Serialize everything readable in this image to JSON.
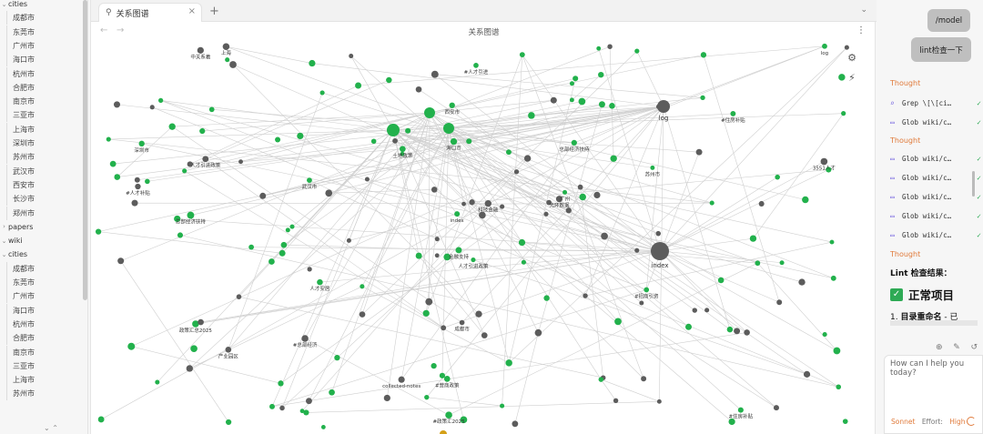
{
  "sidebar": {
    "top_group": {
      "label": "cities",
      "items": [
        "成都市",
        "东莞市",
        "广州市",
        "海口市",
        "杭州市",
        "合肥市",
        "南京市",
        "三亚市",
        "上海市",
        "深圳市",
        "苏州市",
        "武汉市",
        "西安市",
        "长沙市",
        "郑州市"
      ]
    },
    "papers_label": "papers",
    "wiki_label": "wiki",
    "wiki_group": {
      "label": "cities",
      "items": [
        "成都市",
        "东莞市",
        "广州市",
        "海口市",
        "杭州市",
        "合肥市",
        "南京市",
        "三亚市",
        "上海市",
        "苏州市"
      ]
    }
  },
  "tab": {
    "title": "关系图谱",
    "icon": "graph-icon"
  },
  "view_title": "关系图谱",
  "graph": {
    "node_color_primary": "#22b14c",
    "node_color_secondary": "#5c5c5c",
    "node_color_accent": "#d4a017",
    "edge_color": "#cfcfcf",
    "hubs": [
      {
        "id": "index",
        "label": "index"
      },
      {
        "id": "log",
        "label": "log"
      }
    ],
    "labels": [
      "人才引进政策",
      "总部经济扶持",
      "光环数据",
      "#总部经济",
      "#营商政策",
      "#人才引进",
      "#招商引资",
      "#政策汇2025",
      "#人才补贴",
      "#住房补贴",
      "政策汇总2025",
      "武汉市",
      "广州",
      "西安市",
      "上海",
      "深圳市",
      "海口市",
      "苏州市",
      "产业园区",
      "中关系着",
      "3551人才",
      "log",
      "index",
      "#住房补贴",
      "collected-notes",
      "金融支持",
      "土地政策",
      "科技金融",
      "人才引进政策",
      "总部经济扶持",
      "人才安居",
      "成都市"
    ]
  },
  "chat": {
    "user_messages": [
      "/model",
      "lint检查一下"
    ],
    "thought_label": "Thought",
    "tool_calls": [
      {
        "tool": "Grep",
        "arg": "\\[\\[ci…",
        "group": 1
      },
      {
        "tool": "Glob",
        "arg": "wiki/c…",
        "group": 1
      },
      {
        "tool": "Glob",
        "arg": "wiki/c…",
        "group": 2
      },
      {
        "tool": "Glob",
        "arg": "wiki/c…",
        "group": 2
      },
      {
        "tool": "Glob",
        "arg": "wiki/c…",
        "group": 2
      },
      {
        "tool": "Glob",
        "arg": "wiki/c…",
        "group": 2
      },
      {
        "tool": "Glob",
        "arg": "wiki/c…",
        "group": 2
      }
    ],
    "lint_title": "Lint 检查结果：",
    "lint_status": "正常项目",
    "lint_item_num": "1.",
    "lint_item_bold": "目录重命名",
    "lint_item_rest": " - 已",
    "input_placeholder": "How can I help you today?",
    "model": "Sonnet",
    "effort_label": "Effort:",
    "effort_value": "High",
    "accent_color": "#e07a3a"
  }
}
